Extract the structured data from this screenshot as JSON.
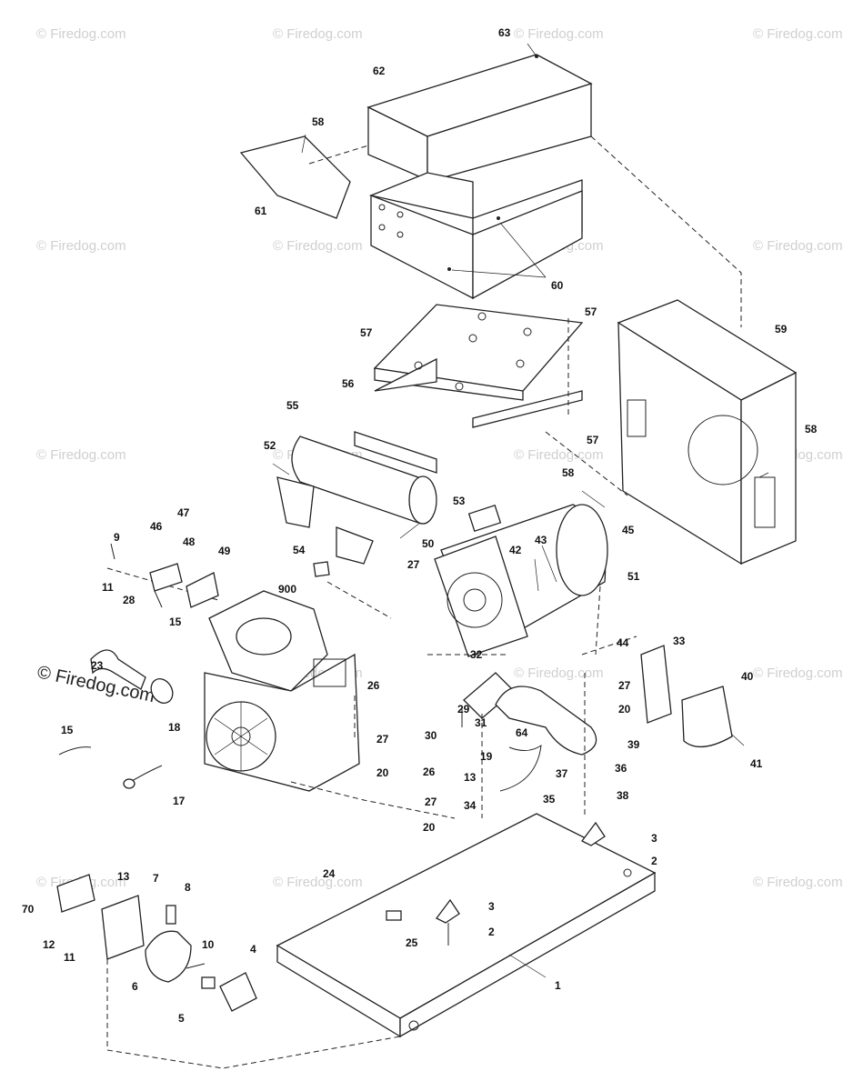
{
  "watermark": {
    "text": "© Firedog.com",
    "highlight_text": "© Firedog.com"
  },
  "labels": {
    "p1": "1",
    "p2a": "2",
    "p2b": "2",
    "p3a": "3",
    "p3b": "3",
    "p4": "4",
    "p5": "5",
    "p6": "6",
    "p7": "7",
    "p8": "8",
    "p9": "9",
    "p10": "10",
    "p11a": "11",
    "p11b": "11",
    "p12": "12",
    "p13a": "13",
    "p13b": "13",
    "p15a": "15",
    "p15b": "15",
    "p17": "17",
    "p18": "18",
    "p19": "19",
    "p20a": "20",
    "p20b": "20",
    "p20c": "20",
    "p23": "23",
    "p24": "24",
    "p25": "25",
    "p26a": "26",
    "p26b": "26",
    "p27a": "27",
    "p27b": "27",
    "p27c": "27",
    "p27d": "27",
    "p28": "28",
    "p29": "29",
    "p30": "30",
    "p31": "31",
    "p32": "32",
    "p33": "33",
    "p34": "34",
    "p35": "35",
    "p36": "36",
    "p37": "37",
    "p38": "38",
    "p39": "39",
    "p40": "40",
    "p41": "41",
    "p42": "42",
    "p43": "43",
    "p44": "44",
    "p45": "45",
    "p46": "46",
    "p47": "47",
    "p48": "48",
    "p49": "49",
    "p50": "50",
    "p51": "51",
    "p52": "52",
    "p53": "53",
    "p54": "54",
    "p55": "55",
    "p56": "56",
    "p57a": "57",
    "p57b": "57",
    "p57c": "57",
    "p58a": "58",
    "p58b": "58",
    "p58c": "58",
    "p59": "59",
    "p60": "60",
    "p61": "61",
    "p62": "62",
    "p63": "63",
    "p64": "64",
    "p70": "70",
    "p900": "900"
  }
}
